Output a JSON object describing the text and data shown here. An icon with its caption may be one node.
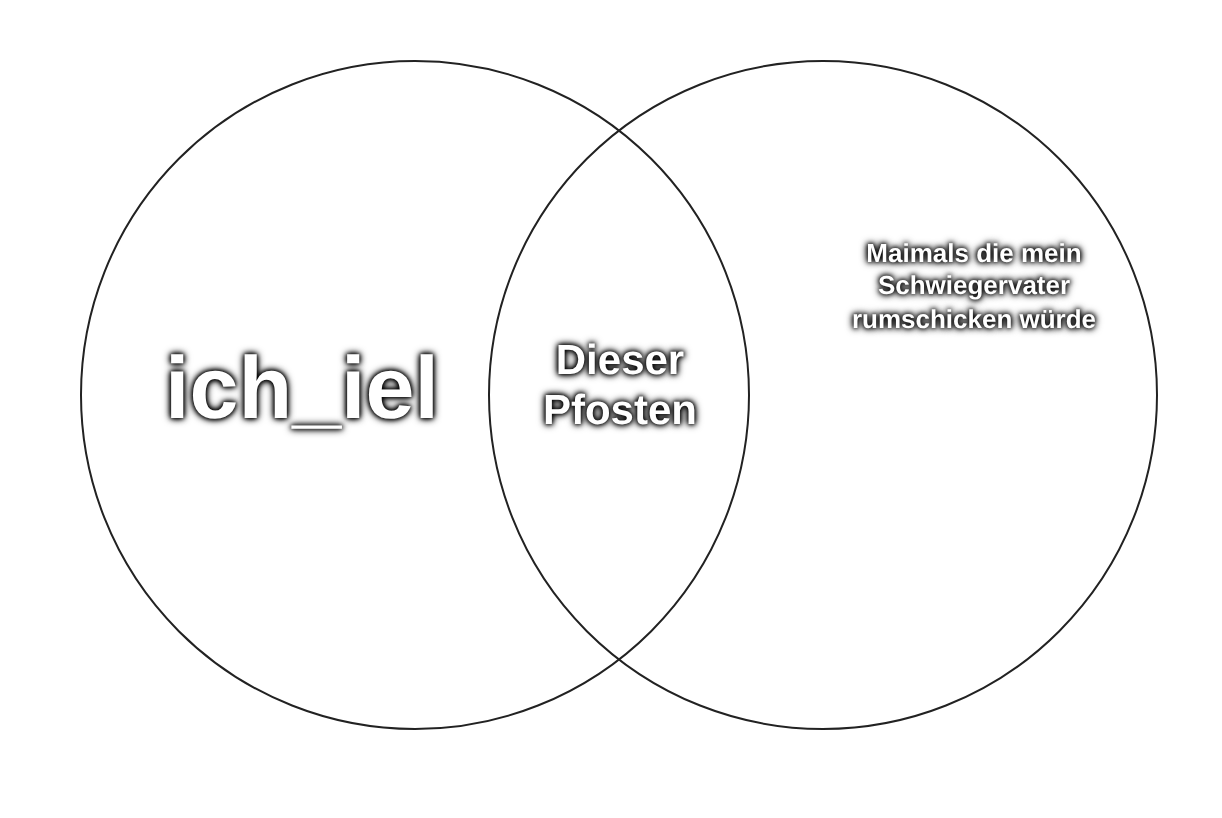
{
  "diagram": {
    "nodes": [
      {
        "text": [
          "ich_iel"
        ]
      },
      {
        "text": [
          "Maimals die mein Schwiegervater rumschicken würde"
        ]
      }
    ],
    "labels": [
      "Dieser Pfosten"
    ]
  }
}
